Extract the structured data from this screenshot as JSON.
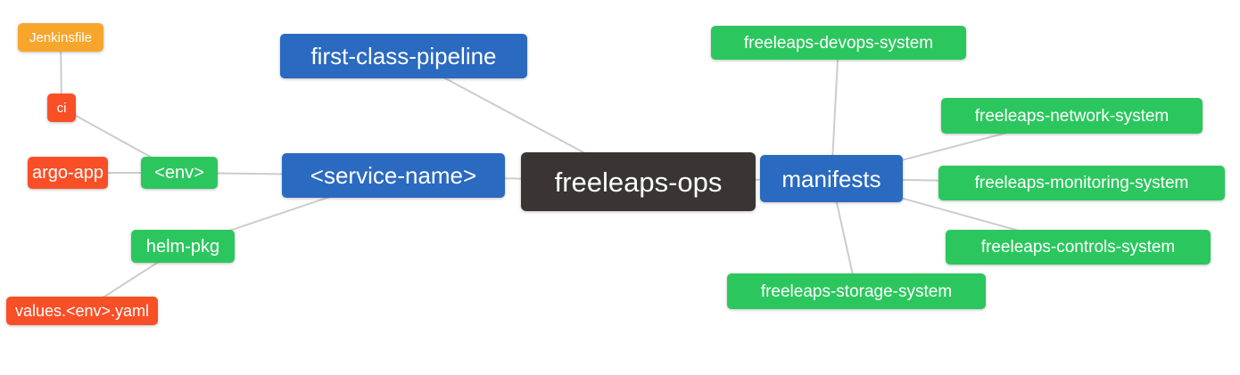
{
  "diagram": {
    "edge_color": "#cccccc",
    "palette": {
      "blue": "#2a6ac0",
      "green": "#2bc75e",
      "orange": "#f8a62b",
      "red": "#f94f26",
      "dark": "#3a3532"
    },
    "nodes": [
      {
        "id": "jenkinsfile",
        "label": "Jenkinsfile",
        "color": "orange"
      },
      {
        "id": "ci",
        "label": "ci",
        "color": "red"
      },
      {
        "id": "argo-app",
        "label": "argo-app",
        "color": "red"
      },
      {
        "id": "env",
        "label": "<env>",
        "color": "green"
      },
      {
        "id": "service-name",
        "label": "<service-name>",
        "color": "blue"
      },
      {
        "id": "helm-pkg",
        "label": "helm-pkg",
        "color": "green"
      },
      {
        "id": "values-env-yaml",
        "label": "values.<env>.yaml",
        "color": "red"
      },
      {
        "id": "first-class-pipeline",
        "label": "first-class-pipeline",
        "color": "blue"
      },
      {
        "id": "freeleaps-ops",
        "label": "freeleaps-ops",
        "color": "dark"
      },
      {
        "id": "manifests",
        "label": "manifests",
        "color": "blue"
      },
      {
        "id": "freeleaps-devops-system",
        "label": "freeleaps-devops-system",
        "color": "green"
      },
      {
        "id": "freeleaps-network-system",
        "label": "freeleaps-network-system",
        "color": "green"
      },
      {
        "id": "freeleaps-monitoring-system",
        "label": "freeleaps-monitoring-system",
        "color": "green"
      },
      {
        "id": "freeleaps-controls-system",
        "label": "freeleaps-controls-system",
        "color": "green"
      },
      {
        "id": "freeleaps-storage-system",
        "label": "freeleaps-storage-system",
        "color": "green"
      }
    ],
    "edges": [
      [
        "jenkinsfile",
        "ci"
      ],
      [
        "ci",
        "env"
      ],
      [
        "argo-app",
        "env"
      ],
      [
        "env",
        "service-name"
      ],
      [
        "helm-pkg",
        "service-name"
      ],
      [
        "values-env-yaml",
        "helm-pkg"
      ],
      [
        "service-name",
        "freeleaps-ops"
      ],
      [
        "first-class-pipeline",
        "freeleaps-ops"
      ],
      [
        "freeleaps-ops",
        "manifests"
      ],
      [
        "manifests",
        "freeleaps-devops-system"
      ],
      [
        "manifests",
        "freeleaps-network-system"
      ],
      [
        "manifests",
        "freeleaps-monitoring-system"
      ],
      [
        "manifests",
        "freeleaps-controls-system"
      ],
      [
        "manifests",
        "freeleaps-storage-system"
      ]
    ]
  }
}
